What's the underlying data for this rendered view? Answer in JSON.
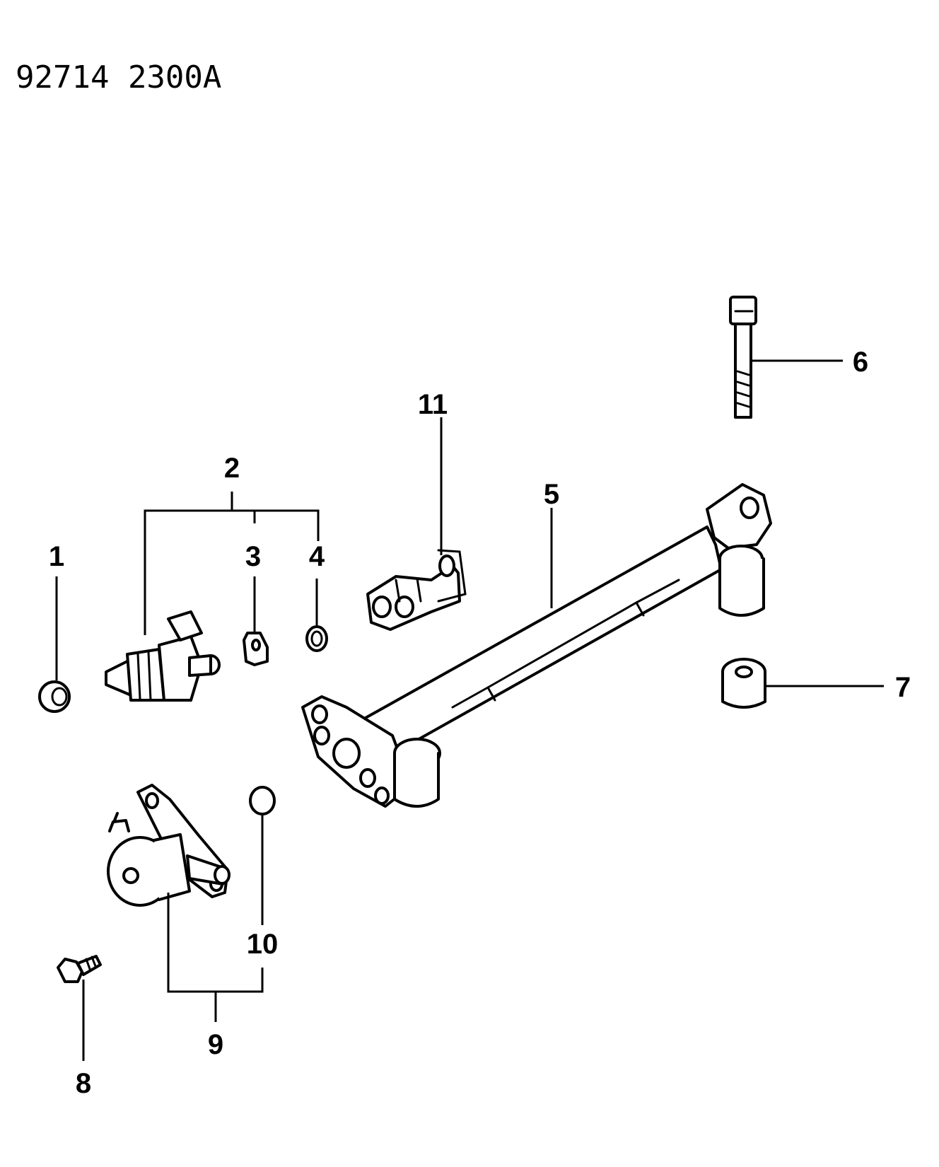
{
  "header": {
    "code": "92714  2300A"
  },
  "callouts": {
    "c1": "1",
    "c2": "2",
    "c3": "3",
    "c4": "4",
    "c5": "5",
    "c6": "6",
    "c7": "7",
    "c8": "8",
    "c9": "9",
    "c10": "10",
    "c11": "11"
  }
}
